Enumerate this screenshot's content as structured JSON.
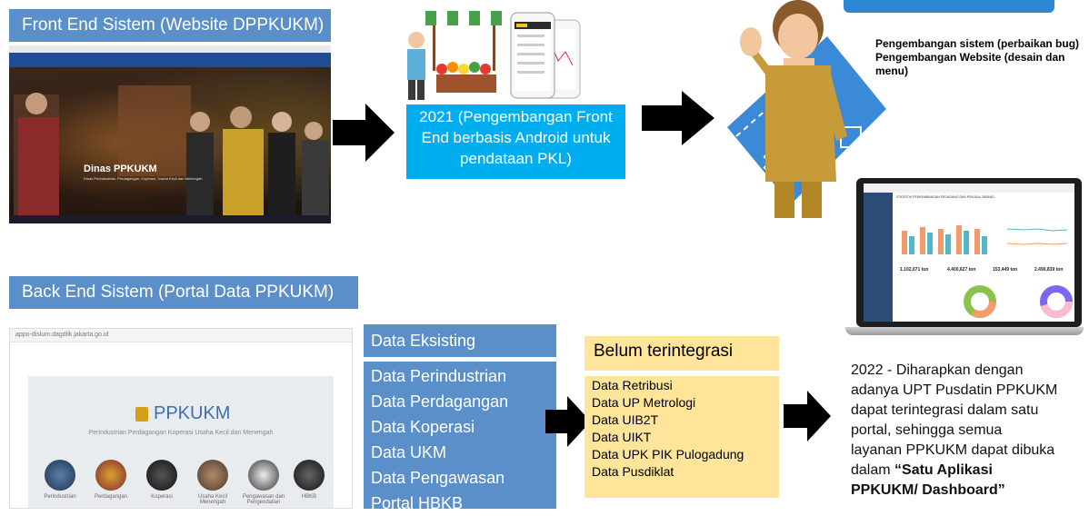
{
  "front_end": {
    "banner": "Front End Sistem (Website DPPKUKM)",
    "screenshot_title": "Dinas PPKUKM",
    "screenshot_subtitle": "Dinas Perindustrian, Perdagangan, Koperasi, Usaha Kecil dan Menengah"
  },
  "android": {
    "note": "2021 (Pengembangan Front End berbasis Android untuk pendataan PKL)"
  },
  "callout": {
    "line1": "Pengembangan sistem (perbaikan bug)",
    "line2": "Pengembangan Website (desain dan menu)"
  },
  "back_end": {
    "banner": "Back End Sistem (Portal Data PPKUKM)",
    "url": "appo-dislum.dagdilk.jakarta.go.id",
    "portal_title": "PPKUKM",
    "portal_subtitle": "Perindustrian Perdagangan Koperasi Usaha Kecil dan Menengah",
    "categories": [
      "Perindustrian",
      "Perdagangan",
      "Koperasi",
      "Usaha Kecil Menengah",
      "Pengawasan dan Pengendalian",
      "HBKB"
    ]
  },
  "existing": {
    "header": "Data Eksisting",
    "items": [
      "Data  Perindustrian",
      "Data   Perdagangan",
      "Data Koperasi",
      "Data UKM",
      "Data Pengawasan",
      "Portal HBKB"
    ]
  },
  "not_integrated": {
    "header": "Belum terintegrasi",
    "items": [
      "Data Retribusi",
      "Data UP Metrologi",
      "Data UIB2T",
      "Data UIKT",
      "Data UPK PIK Pulogadung",
      "Data Pusdiklat"
    ]
  },
  "goal": {
    "text_lines": [
      "2022 - Diharapkan dengan",
      "adanya UPT Pusdatin PPKUKM",
      "dapat terintegrasi dalam satu",
      "portal, sehingga semua",
      "layanan PPKUKM dapat dibuka"
    ],
    "prefix": "dalam ",
    "bold_1": "“Satu Aplikasi",
    "bold_2": "PPKUKM/ Dashboard”"
  },
  "dashboard": {
    "title": "STATISTIK PERKEMBANGAN PEDAGANG DAN PENJUAL BIDANG",
    "stats": [
      "1.102,071 ton",
      "4.400,627 ton",
      "153,449 ton",
      "2.490,839 ton"
    ]
  },
  "colors": {
    "banner_blue": "#5b8fc9",
    "android_blue": "#00aeef",
    "yellow": "#fee599",
    "arrow": "#000000"
  }
}
